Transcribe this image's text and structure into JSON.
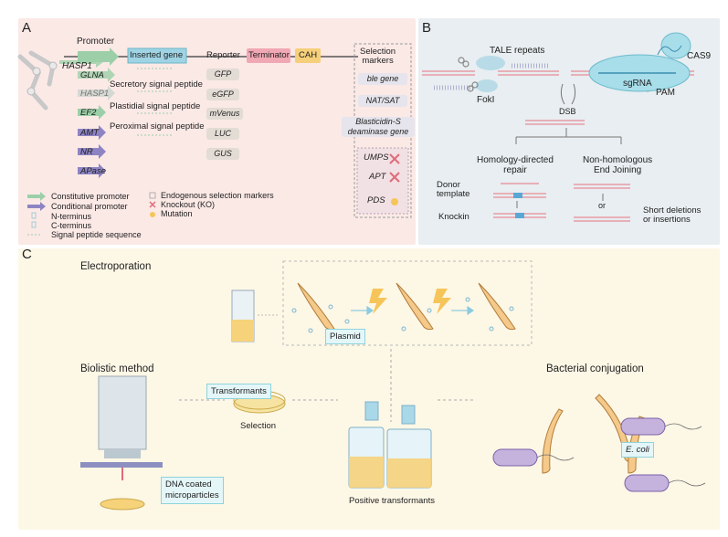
{
  "panels": {
    "a": "A",
    "b": "B",
    "c": "C"
  },
  "panel_a": {
    "construct": {
      "promoter": "Promoter",
      "inserted_gene": "Inserted gene",
      "reporter": "Reporter",
      "terminator": "Terminator",
      "cah": "CAH",
      "selection_markers": "Selection\nmarkers"
    },
    "promoters": [
      "HASP1",
      "GLNA",
      "HASP1",
      "EF2",
      "AMT",
      "NR",
      "APase"
    ],
    "signal_peptides": [
      "Secretory signal peptide",
      "Plastidial signal peptide",
      "Peroximal signal peptide"
    ],
    "reporters": [
      "GFP",
      "eGFP",
      "mVenus",
      "LUC",
      "GUS"
    ],
    "selection": [
      "ble gene",
      "NAT/SAT",
      "Blasticidin-S\ndeaminase gene"
    ],
    "endogenous": [
      "UMPS",
      "APT",
      "PDS"
    ],
    "legend": [
      "Constitutive promoter",
      "Conditional promoter",
      "N-terminus",
      "C-terminus",
      "Signal peptide sequence",
      "Endogenous selection markers",
      "Knockout (KO)",
      "Mutation"
    ],
    "colors": {
      "constitutive": "#9ccfa8",
      "conditional": "#8e84c4",
      "inserted": "#9fd4e4",
      "terminator": "#f0a8b4",
      "cah": "#f6cf7a"
    }
  },
  "panel_b": {
    "tale_repeats": "TALE repeats",
    "foki": "FokI",
    "cas9": "CAS9",
    "sgrna": "sgRNA",
    "pam": "PAM",
    "dsb": "DSB",
    "hdr": "Homology-directed\nrepair",
    "nhej": "Non-homologous\nEnd Joining",
    "donor": "Donor\ntemplate",
    "knockin": "Knockin",
    "or": "or",
    "short": "Short deletions\nor insertions"
  },
  "panel_c": {
    "electroporation": "Electroporation",
    "plasmid": "Plasmid",
    "biolistic": "Biolistic method",
    "transformants": "Transformants",
    "selection": "Selection",
    "dna": "DNA coated\nmicroparticles",
    "positive": "Positive transformants",
    "bacterial": "Bacterial conjugation",
    "ecoli": "E. coli"
  }
}
